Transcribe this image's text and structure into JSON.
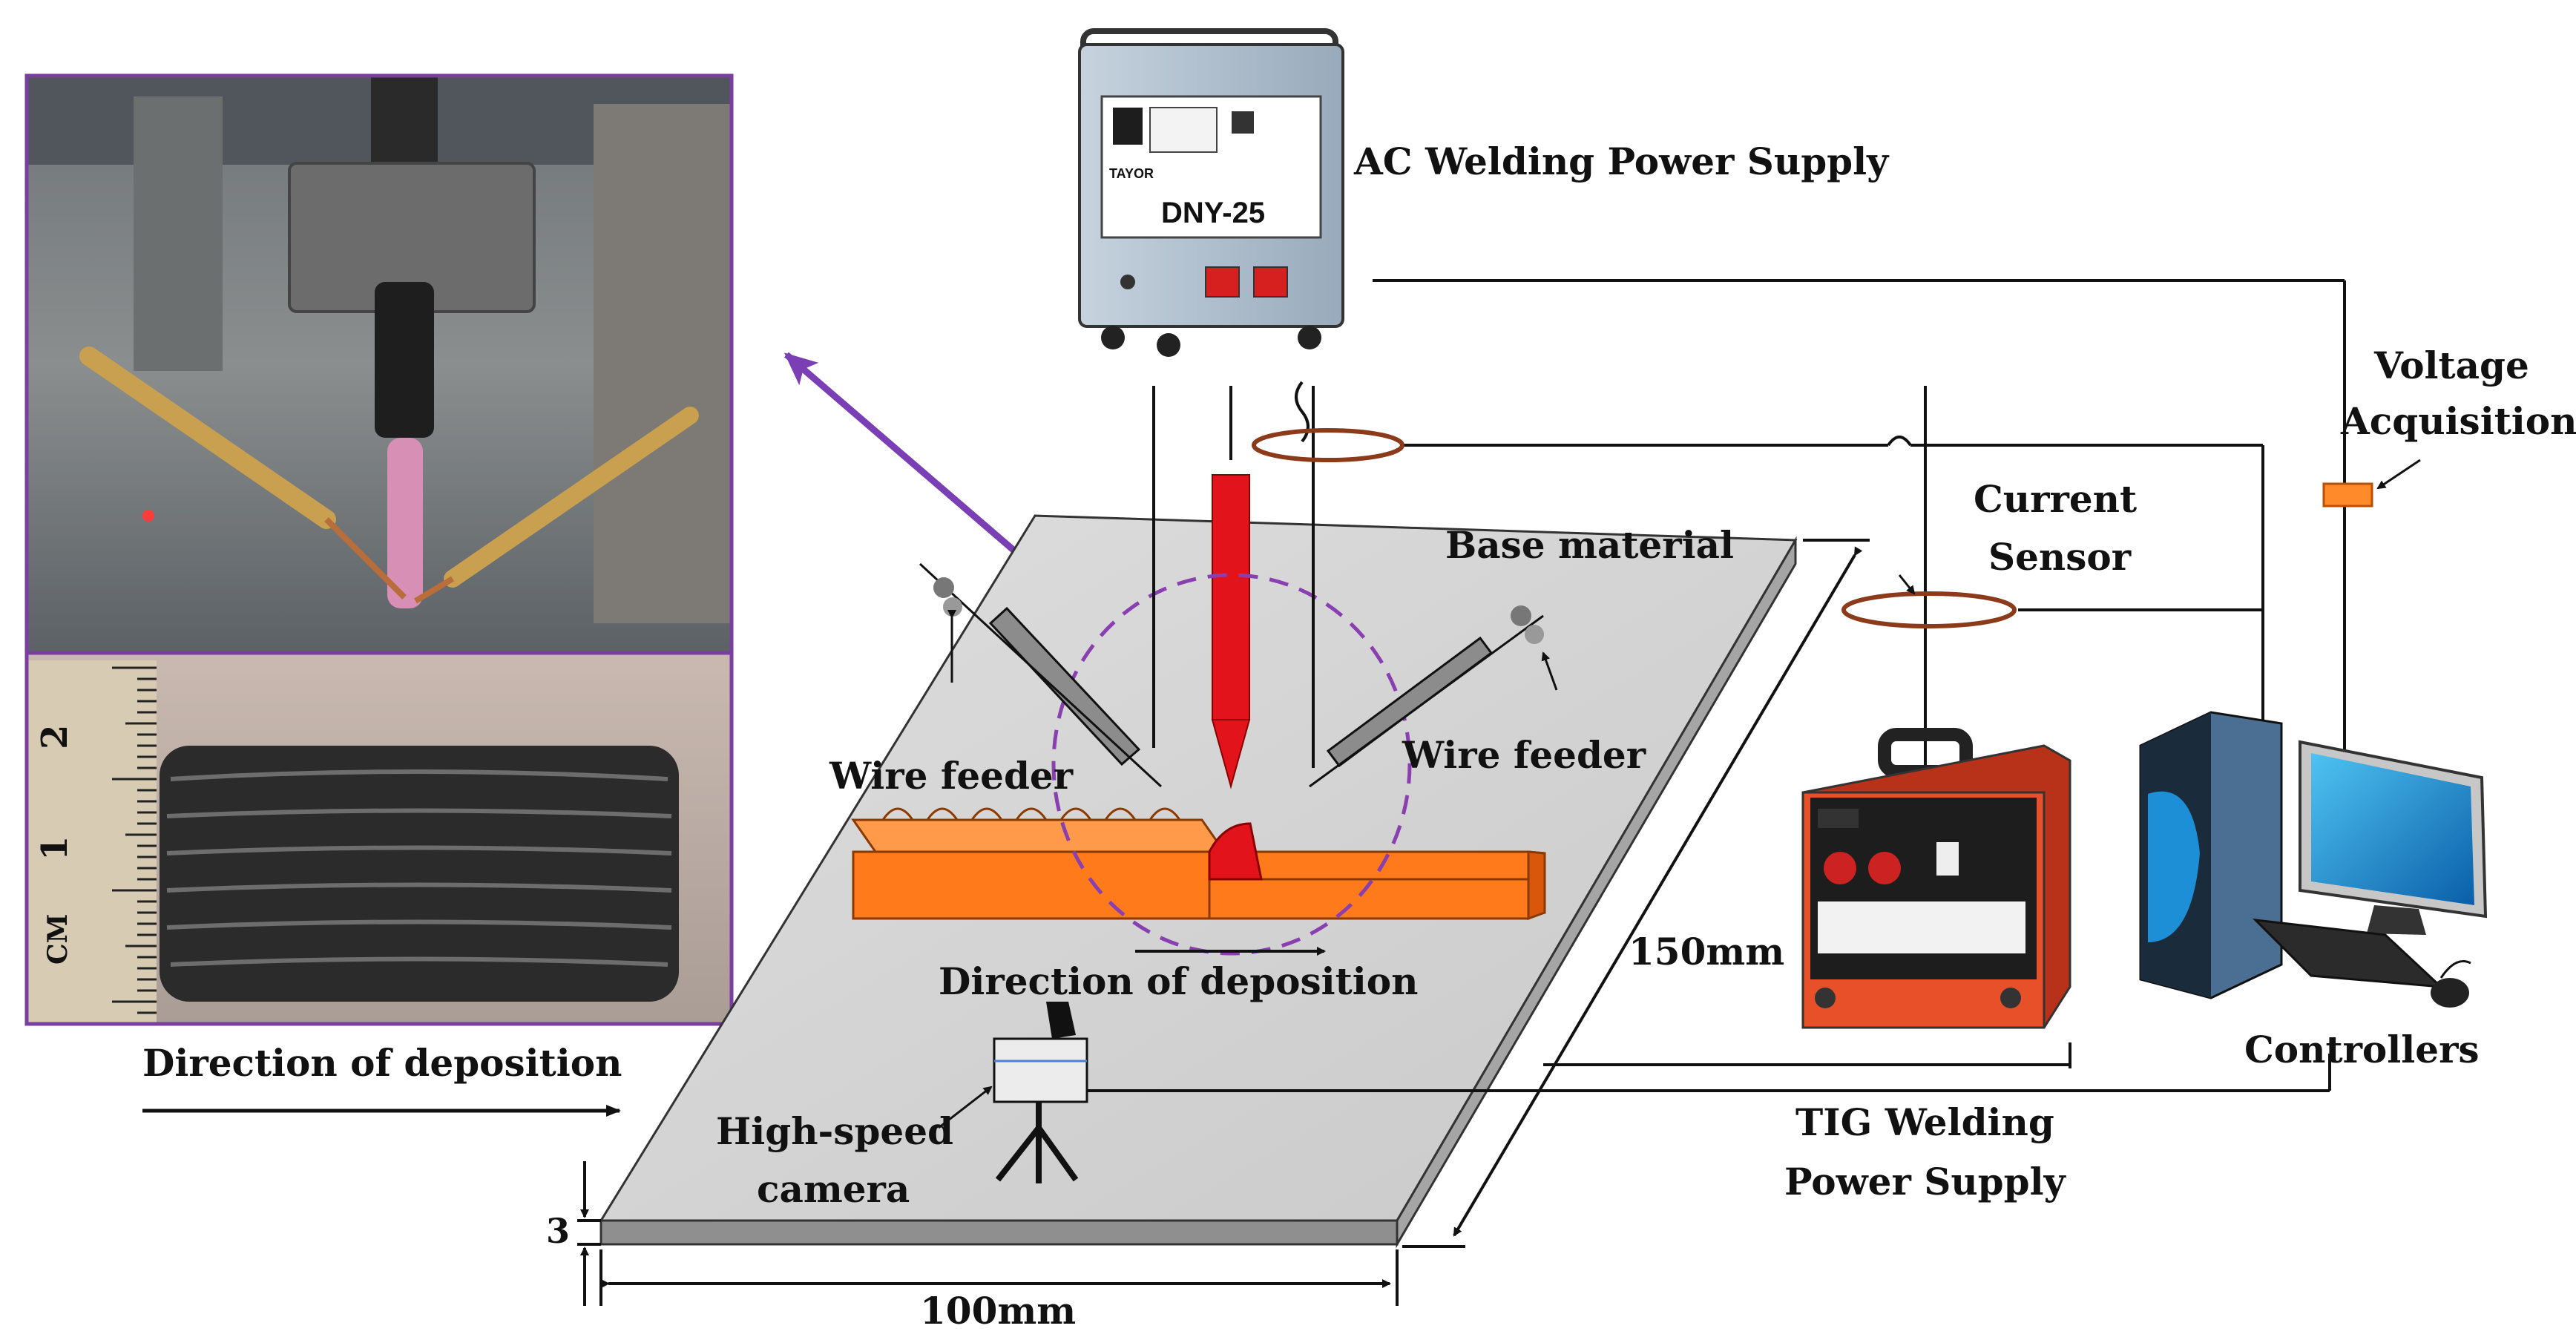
{
  "colors": {
    "photo_border": "#7a3ea0",
    "purple_arrow": "#7b3fb5",
    "torch_red": "#e3131b",
    "deposit_orange": "#ff7a1a",
    "plate_gray": "#d2d2d2",
    "coil_brown": "#8b3a1a",
    "tig_red": "#e8502a",
    "dashed_circle": "#8a3fb0"
  },
  "labels": {
    "ac_power_supply": "AC Welding Power Supply",
    "voltage_line1": "Voltage",
    "voltage_line2": "Acquisition",
    "current_line1": "Current",
    "current_line2": "Sensor",
    "base_material": "Base material",
    "wire_feeder_left": "Wire feeder",
    "wire_feeder_right": "Wire feeder",
    "direction_center": "Direction of deposition",
    "direction_left": "Direction of deposition",
    "highspeed_line1": "High-speed",
    "highspeed_line2": "camera",
    "tig_line1": "TIG Welding",
    "tig_line2": "Power Supply",
    "controllers": "Controllers",
    "dim_thickness": "3",
    "dim_width": "100mm",
    "dim_length": "150mm"
  },
  "devices": {
    "ac_model": "DNY-25",
    "ac_brand": "TAYOR",
    "ruler_cm": "CM",
    "ruler_1": "1",
    "ruler_2": "2"
  }
}
